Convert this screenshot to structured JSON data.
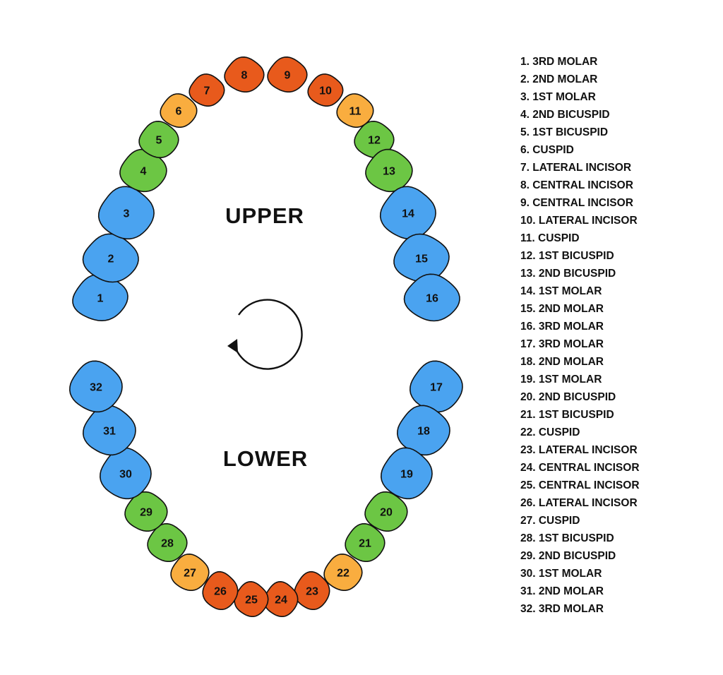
{
  "colors": {
    "molar": "#4aa3f0",
    "bicuspid": "#6cc644",
    "cuspid": "#f9ad3f",
    "incisor": "#e85a1c",
    "outline": "#111111"
  },
  "arch_labels": {
    "upper": "UPPER",
    "lower": "LOWER"
  },
  "rotation_icon": "counter-clockwise-arrow-icon",
  "teeth": [
    {
      "number": "1",
      "type": "molar"
    },
    {
      "number": "2",
      "type": "molar"
    },
    {
      "number": "3",
      "type": "molar"
    },
    {
      "number": "4",
      "type": "bicuspid"
    },
    {
      "number": "5",
      "type": "bicuspid"
    },
    {
      "number": "6",
      "type": "cuspid"
    },
    {
      "number": "7",
      "type": "incisor"
    },
    {
      "number": "8",
      "type": "incisor"
    },
    {
      "number": "9",
      "type": "incisor"
    },
    {
      "number": "10",
      "type": "incisor"
    },
    {
      "number": "11",
      "type": "cuspid"
    },
    {
      "number": "12",
      "type": "bicuspid"
    },
    {
      "number": "13",
      "type": "bicuspid"
    },
    {
      "number": "14",
      "type": "molar"
    },
    {
      "number": "15",
      "type": "molar"
    },
    {
      "number": "16",
      "type": "molar"
    },
    {
      "number": "17",
      "type": "molar"
    },
    {
      "number": "18",
      "type": "molar"
    },
    {
      "number": "19",
      "type": "molar"
    },
    {
      "number": "20",
      "type": "bicuspid"
    },
    {
      "number": "21",
      "type": "bicuspid"
    },
    {
      "number": "22",
      "type": "cuspid"
    },
    {
      "number": "23",
      "type": "incisor"
    },
    {
      "number": "24",
      "type": "incisor"
    },
    {
      "number": "25",
      "type": "incisor"
    },
    {
      "number": "26",
      "type": "incisor"
    },
    {
      "number": "27",
      "type": "cuspid"
    },
    {
      "number": "28",
      "type": "bicuspid"
    },
    {
      "number": "29",
      "type": "bicuspid"
    },
    {
      "number": "30",
      "type": "molar"
    },
    {
      "number": "31",
      "type": "molar"
    },
    {
      "number": "32",
      "type": "molar"
    }
  ],
  "legend": [
    "1. 3RD MOLAR",
    "2. 2ND MOLAR",
    "3. 1ST MOLAR",
    "4. 2ND BICUSPID",
    "5. 1ST BICUSPID",
    "6. CUSPID",
    "7. LATERAL INCISOR",
    "8. CENTRAL INCISOR",
    "9. CENTRAL INCISOR",
    "10. LATERAL INCISOR",
    "11. CUSPID",
    "12. 1ST BICUSPID",
    "13. 2ND BICUSPID",
    "14. 1ST MOLAR",
    "15. 2ND MOLAR",
    "16. 3RD MOLAR",
    "17. 3RD MOLAR",
    "18. 2ND MOLAR",
    "19. 1ST MOLAR",
    "20. 2ND BICUSPID",
    "21. 1ST BICUSPID",
    "22. CUSPID",
    "23. LATERAL INCISOR",
    "24. CENTRAL INCISOR",
    "25. CENTRAL INCISOR",
    "26. LATERAL INCISOR",
    "27. CUSPID",
    "28. 1ST BICUSPID",
    "29. 2ND BICUSPID",
    "30. 1ST MOLAR",
    "31. 2ND MOLAR",
    "32. 3RD MOLAR"
  ]
}
